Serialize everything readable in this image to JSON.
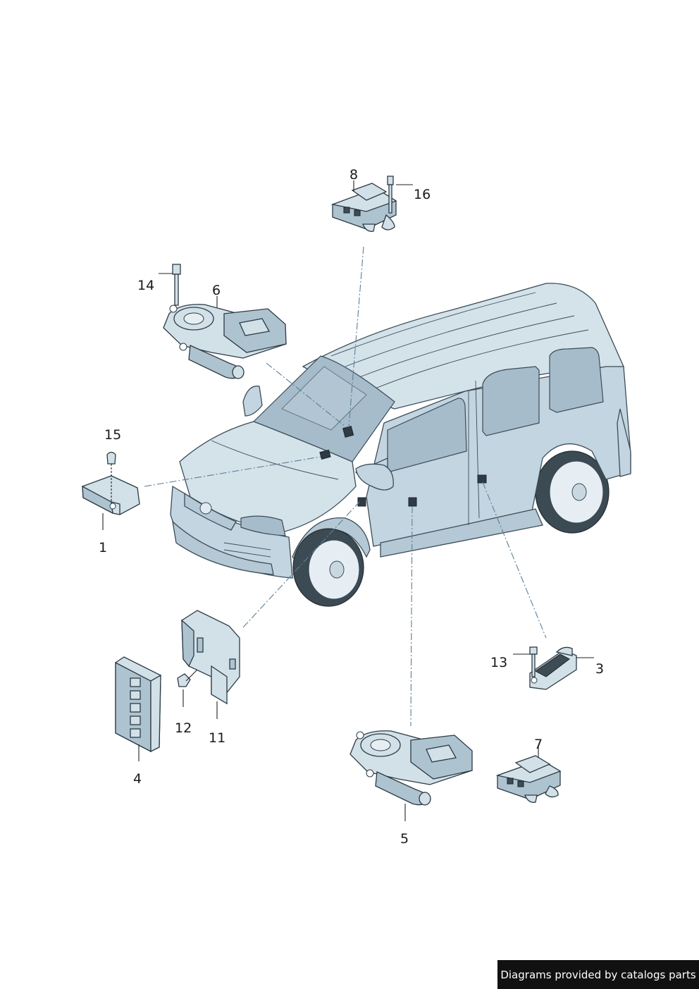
{
  "callouts": {
    "c1": "1",
    "c3": "3",
    "c4": "4",
    "c5": "5",
    "c6": "6",
    "c7": "7",
    "c8": "8",
    "c11": "11",
    "c12": "12",
    "c13": "13",
    "c14": "14",
    "c15": "15",
    "c16": "16"
  },
  "footer": {
    "credit": "Diagrams provided by catalogs parts"
  }
}
